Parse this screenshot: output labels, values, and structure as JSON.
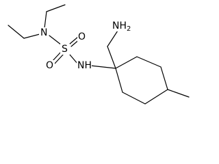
{
  "molecule": {
    "atoms": {
      "n_amide": "N",
      "sulfur": "S",
      "oxygen_left": "O",
      "oxygen_right": "O",
      "nh": "NH",
      "amine_main": "NH",
      "amine_sub": "2"
    }
  }
}
